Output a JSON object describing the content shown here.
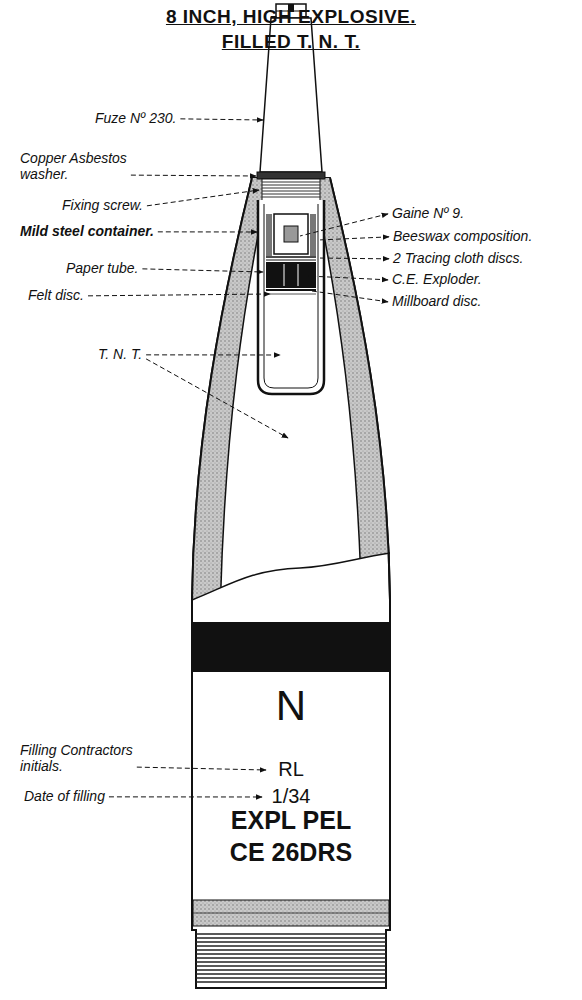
{
  "diagram": {
    "title": "8 INCH, HIGH EXPLOSIVE. FILLED T. N. T.",
    "labels": [
      "Fuze Nº 230.",
      "Copper Asbestos washer.",
      "Gaine Nº 9.",
      "Fixing screw.",
      "Beeswax composition.",
      "Mild steel container.",
      "2 Tracing cloth discs.",
      "Paper tube.",
      "C.E. Exploder.",
      "Felt disc.",
      "Millboard disc.",
      "T. N. T.",
      "N",
      "Filling Contractors initials.",
      "RL",
      "Date of filling",
      "1/34",
      "EXPL PEL",
      "CE 26DRS"
    ]
  }
}
